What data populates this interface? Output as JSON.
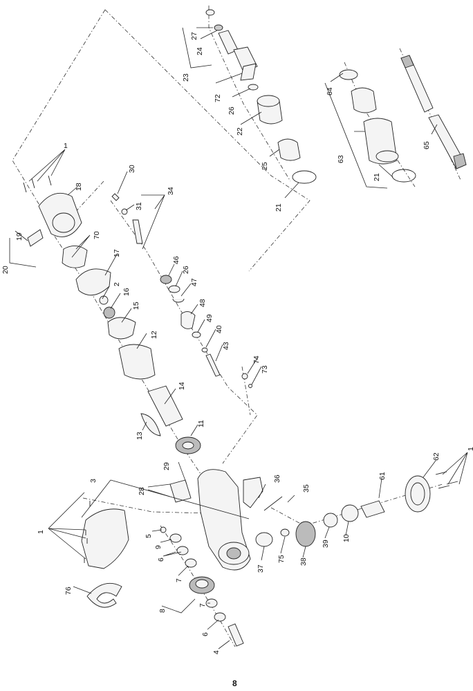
{
  "page_number": "8",
  "callouts": {
    "c1a": "1",
    "c1b": "1",
    "c1c": "1",
    "c2": "2",
    "c3": "3",
    "c4": "4",
    "c5": "5",
    "c6a": "6",
    "c6b": "6",
    "c7a": "7",
    "c7b": "7",
    "c8": "8",
    "c9": "9",
    "c10": "10",
    "c11": "11",
    "c12": "12",
    "c13": "13",
    "c14": "14",
    "c15": "15",
    "c16": "16",
    "c17": "17",
    "c18": "18",
    "c19": "19",
    "c20": "20",
    "c21a": "21",
    "c21b": "21",
    "c22": "22",
    "c23": "23",
    "c24": "24",
    "c25": "25",
    "c26a": "26",
    "c26b": "26",
    "c27": "27",
    "c28": "28",
    "c29": "29",
    "c30": "30",
    "c31": "31",
    "c34": "34",
    "c35": "35",
    "c36": "36",
    "c37": "37",
    "c38": "38",
    "c39": "39",
    "c40": "40",
    "c43": "43",
    "c46": "46",
    "c47": "47",
    "c48": "48",
    "c49": "49",
    "c61": "61",
    "c62": "62",
    "c63": "63",
    "c64": "64",
    "c65": "65",
    "c70": "70",
    "c72": "72",
    "c73": "73",
    "c74": "74",
    "c75": "75",
    "c76": "76"
  }
}
